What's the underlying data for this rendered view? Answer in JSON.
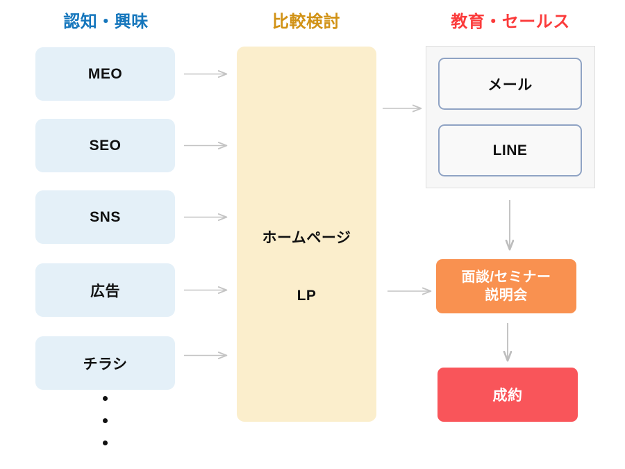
{
  "headers": {
    "awareness": "認知・興味",
    "consideration": "比較検討",
    "sales": "教育・セールス"
  },
  "colors": {
    "awareness_header": "#1576BC",
    "consideration_header": "#D19215",
    "sales_header": "#FB3B3B",
    "channel_box_fill": "#E4F0F8",
    "center_panel_fill": "#FBEECC",
    "nurture_box_border": "#8FA3C4",
    "nurture_container_fill": "#F7F7F7",
    "meeting_box_fill": "#F99150",
    "conversion_box_fill": "#F9555A",
    "arrow": "#C4C4C4",
    "background": "#FFFFFF"
  },
  "channels": [
    {
      "label": "MEO"
    },
    {
      "label": "SEO"
    },
    {
      "label": "SNS"
    },
    {
      "label": "広告"
    },
    {
      "label": "チラシ"
    }
  ],
  "ellipsis": {
    "count": 3,
    "meaning": "more channels"
  },
  "center_panel": {
    "labels": [
      "ホームページ",
      "LP"
    ]
  },
  "nurture": {
    "items": [
      {
        "label": "メール"
      },
      {
        "label": "LINE"
      }
    ]
  },
  "meeting": {
    "lines": [
      "面談/セミナー",
      "説明会"
    ]
  },
  "conversion": {
    "label": "成約"
  },
  "arrows": [
    {
      "name": "meo-to-center",
      "direction": "right"
    },
    {
      "name": "seo-to-center",
      "direction": "right"
    },
    {
      "name": "sns-to-center",
      "direction": "right"
    },
    {
      "name": "ad-to-center",
      "direction": "right"
    },
    {
      "name": "flyer-to-center",
      "direction": "right"
    },
    {
      "name": "center-to-nurture",
      "direction": "right"
    },
    {
      "name": "center-to-meeting",
      "direction": "right"
    },
    {
      "name": "nurture-to-meeting",
      "direction": "down"
    },
    {
      "name": "meeting-to-conversion",
      "direction": "down"
    }
  ]
}
